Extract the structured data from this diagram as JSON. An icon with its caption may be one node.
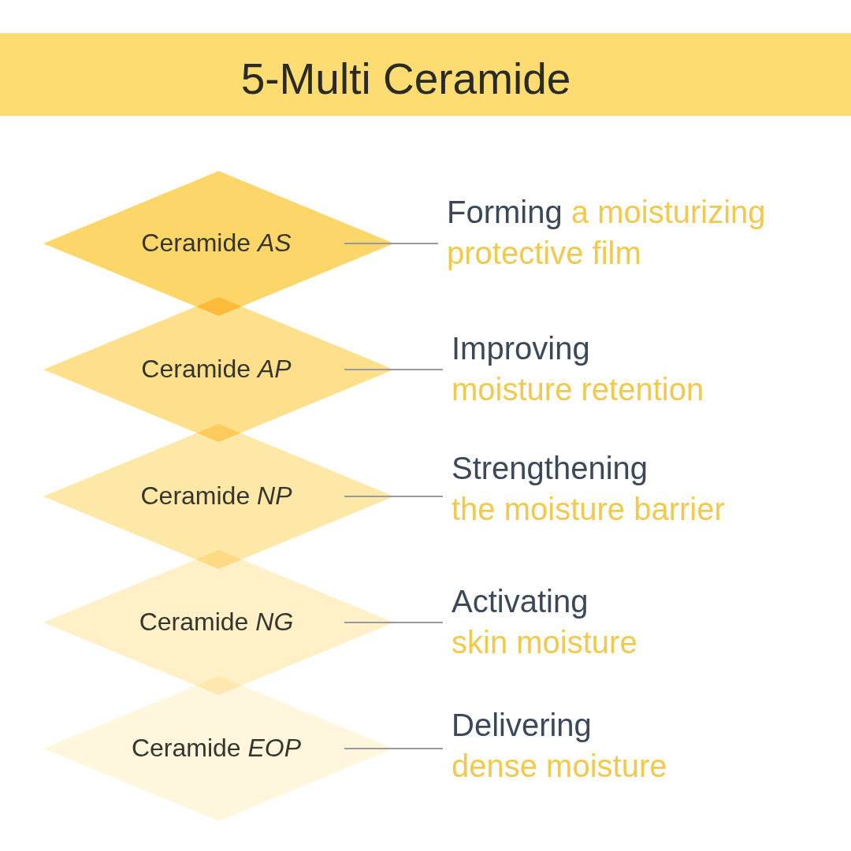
{
  "diagram": {
    "title": "5-Multi Ceramide",
    "nodes": [
      {
        "text": [
          "Ceramide *AS*"
        ]
      },
      {
        "text": [
          "Ceramide *AP*"
        ]
      },
      {
        "text": [
          "Ceramide *NP*"
        ]
      },
      {
        "text": [
          "Ceramide *NG*"
        ]
      },
      {
        "text": [
          "Ceramide *EOP*"
        ]
      },
      {
        "text": [
          "Forming",
          "a moisturizing protective film"
        ]
      },
      {
        "text": [
          "Improving",
          "moisture retention"
        ]
      },
      {
        "text": [
          "Strengthening",
          "the moisture barrier"
        ]
      },
      {
        "text": [
          "Activating",
          "skin moisture"
        ]
      },
      {
        "text": [
          "Delivering",
          "dense moisture"
        ]
      }
    ],
    "edges": [
      {
        "from": 0,
        "to": 5,
        "arrow": "none"
      },
      {
        "from": 1,
        "to": 6,
        "arrow": "none"
      },
      {
        "from": 2,
        "to": 7,
        "arrow": "none"
      },
      {
        "from": 3,
        "to": 8,
        "arrow": "none"
      },
      {
        "from": 4,
        "to": 9,
        "arrow": "none"
      }
    ]
  }
}
